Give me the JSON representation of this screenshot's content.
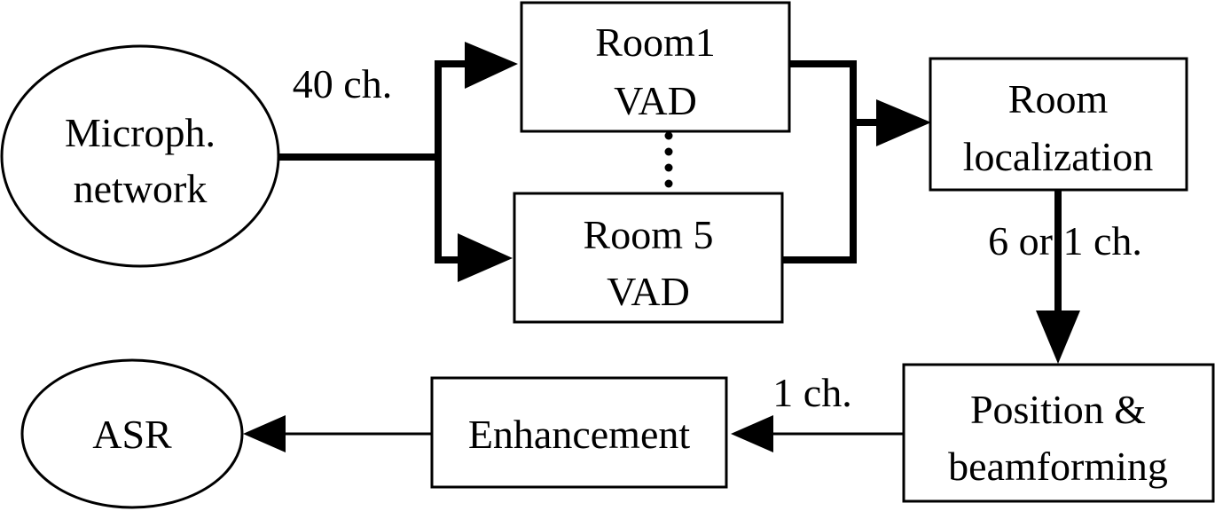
{
  "nodes": {
    "microphone_network": {
      "line1": "Microph.",
      "line2": "network"
    },
    "room1_vad": {
      "line1": "Room1",
      "line2": "VAD"
    },
    "room5_vad": {
      "line1": "Room 5",
      "line2": "VAD"
    },
    "room_localization": {
      "line1": "Room",
      "line2": "localization"
    },
    "position_beamforming": {
      "line1": "Position &",
      "line2": "beamforming"
    },
    "enhancement": {
      "label": "Enhancement"
    },
    "asr": {
      "label": "ASR"
    }
  },
  "edge_labels": {
    "mic_to_vad": "40 ch.",
    "localization_to_position": "6 or 1 ch.",
    "position_to_enhancement": "1 ch."
  },
  "colors": {
    "stroke": "#000000",
    "fill": "#ffffff",
    "text": "#000000"
  }
}
